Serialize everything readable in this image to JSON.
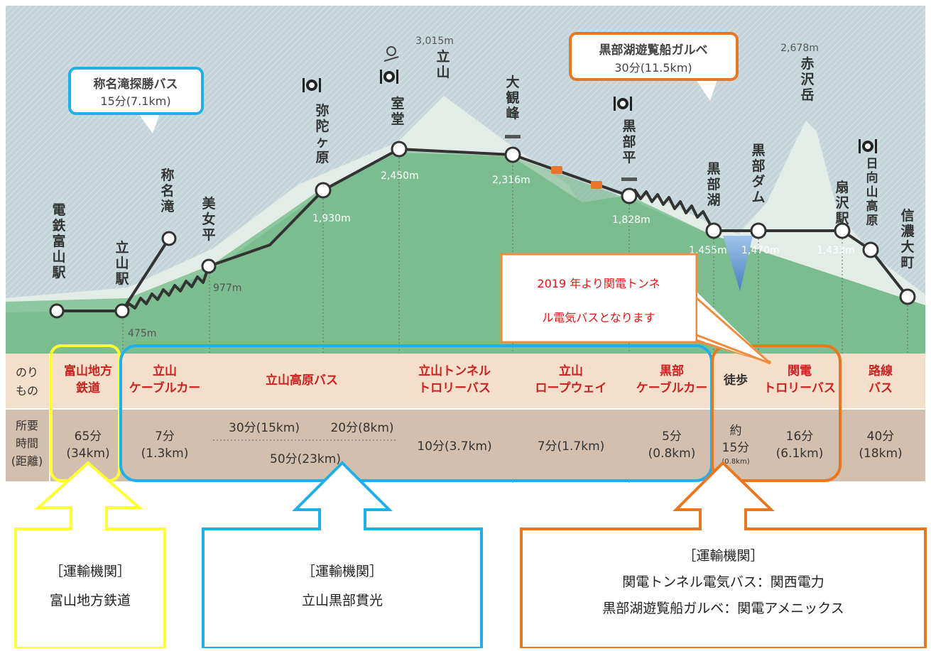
{
  "peaks": {
    "tateyama": {
      "elev": "3,015m",
      "name": "立山"
    },
    "akazawa": {
      "elev": "2,678m",
      "name": "赤沢岳"
    }
  },
  "stations": [
    {
      "key": "dentetsu",
      "name": "電鉄富山駅",
      "elev": ""
    },
    {
      "key": "tateyama_st",
      "name": "立山駅",
      "elev": "475m"
    },
    {
      "key": "shomyo",
      "name": "称名滝",
      "elev": ""
    },
    {
      "key": "bijodaira",
      "name": "美女平",
      "elev": "977m"
    },
    {
      "key": "midagahara",
      "name": "弥陀ヶ原",
      "elev": "1,930m"
    },
    {
      "key": "murodo",
      "name": "室堂",
      "elev": "2,450m"
    },
    {
      "key": "daikanbo",
      "name": "大観峰",
      "elev": "2,316m"
    },
    {
      "key": "kurobedaira",
      "name": "黒部平",
      "elev": "1,828m"
    },
    {
      "key": "kurobeko",
      "name": "黒部湖",
      "elev": "1,455m"
    },
    {
      "key": "kurobedam",
      "name": "黒部ダム",
      "elev": "1,470m"
    },
    {
      "key": "ougisawa",
      "name": "扇沢駅",
      "elev": "1,433m"
    },
    {
      "key": "hinatayama",
      "name": "日向山高原",
      "elev": ""
    },
    {
      "key": "shinano",
      "name": "信濃大町",
      "elev": ""
    }
  ],
  "callouts": {
    "shomyo_bus": {
      "title": "称名滝探勝バス",
      "sub": "15分(7.1km)"
    },
    "garbe": {
      "title": "黒部湖遊覧船ガルベ",
      "sub": "30分(11.5km)"
    },
    "note": {
      "line1": "2019 年より関電トンネ",
      "line2": "ル電気バスとなります"
    }
  },
  "table": {
    "row1_header": "のりもの",
    "row2_header": "所要時間(距離)",
    "modes": [
      {
        "name1": "富山地方",
        "name2": "鉄道",
        "time1": "65分",
        "time2": "(34km)"
      },
      {
        "name1": "立山",
        "name2": "ケーブルカー",
        "time1": "7分",
        "time2": "(1.3km)"
      },
      {
        "name1": "立山高原バス",
        "name2": "",
        "time1": "30分(15km)",
        "time1b": "20分(8km)",
        "time2": "50分(23km)"
      },
      {
        "name1": "立山トンネル",
        "name2": "トロリーバス",
        "time1": "10分(3.7km)",
        "time2": ""
      },
      {
        "name1": "立山",
        "name2": "ロープウェイ",
        "time1": "7分(1.7km)",
        "time2": ""
      },
      {
        "name1": "黒部",
        "name2": "ケーブルカー",
        "time1": "5分",
        "time2": "(0.8km)"
      },
      {
        "name1": "徒歩",
        "name2": "",
        "time1": "約",
        "time2": "15分",
        "time3": "(0.8km)"
      },
      {
        "name1": "関電",
        "name2": "トロリーバス",
        "time1": "16分",
        "time2": "(6.1km)"
      },
      {
        "name1": "路線",
        "name2": "バス",
        "time1": "40分",
        "time2": "(18km)"
      }
    ]
  },
  "agencies": [
    {
      "label": "［運輸機関］",
      "lines": [
        "富山地方鉄道"
      ]
    },
    {
      "label": "［運輸機関］",
      "lines": [
        "立山黒部貫光"
      ]
    },
    {
      "label": "［運輸機関］",
      "lines": [
        "関電トンネル電気バス：関西電力",
        "黒部湖遊覧船ガルベ：関電アメニックス"
      ]
    }
  ],
  "colors": {
    "sky": "#c9d8dd",
    "mountain": "#e9f0ec",
    "ground": "#5fae7a",
    "table_head": "#f1dcc6",
    "table_time": "#cdb9a8",
    "yellow": "#ffff33",
    "blue": "#22aee8",
    "orange": "#e87722"
  }
}
